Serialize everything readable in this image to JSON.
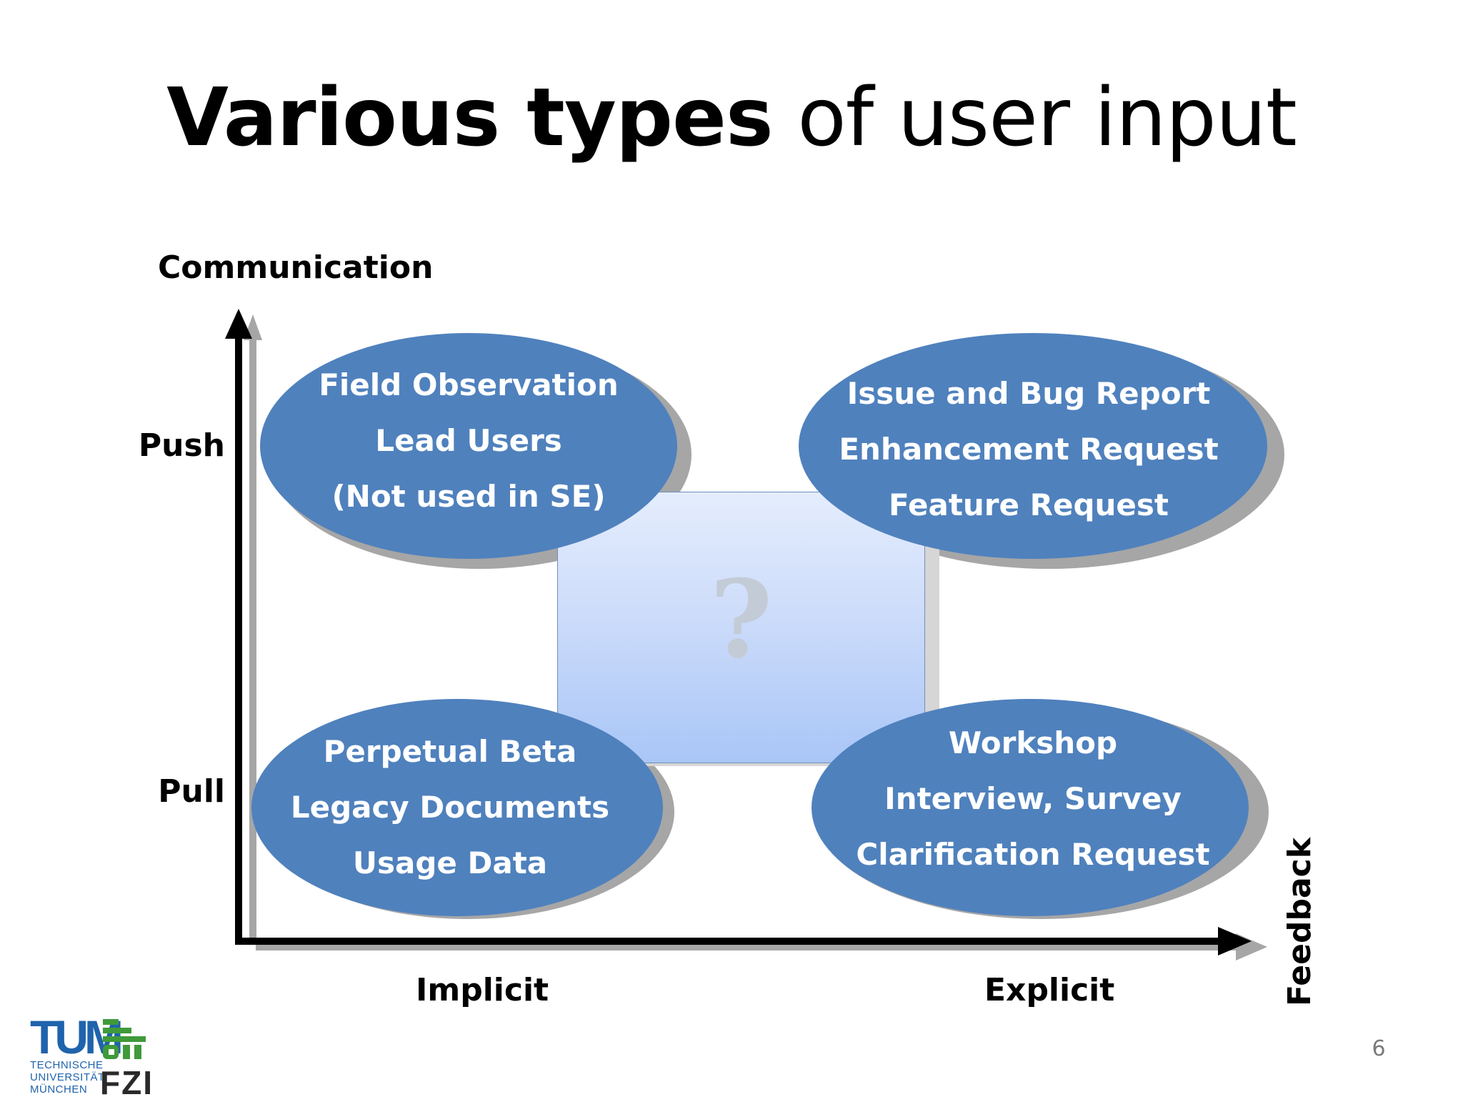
{
  "slide": {
    "title_bold": "Various types",
    "title_rest": "of user input",
    "page_number": "6"
  },
  "axes": {
    "y_title": "Communication",
    "y_high": "Push",
    "y_low": "Pull",
    "x_left": "Implicit",
    "x_right": "Explicit",
    "x_title": "Feedback"
  },
  "center_box": {
    "label": "?"
  },
  "quadrants": {
    "top_left": [
      "Field Observation",
      "Lead Users",
      "(Not used in SE)"
    ],
    "top_right": [
      "Issue and Bug Report",
      "Enhancement Request",
      "Feature Request"
    ],
    "bottom_left": [
      "Perpetual Beta",
      "Legacy Documents",
      "Usage Data"
    ],
    "bottom_right": [
      "Workshop",
      "Interview, Survey",
      "Clarification Request"
    ]
  },
  "colors": {
    "ellipse_fill": "#4f81bd",
    "ellipse_shadow": "#a6a6a6",
    "axis": "#000000",
    "axis_shadow": "#a6a6a6"
  },
  "logos": {
    "tum_mark": "TUM",
    "tum_lines": [
      "TECHNISCHE",
      "UNIVERSITÄT",
      "MÜNCHEN"
    ],
    "fzi_text": "FZI"
  }
}
